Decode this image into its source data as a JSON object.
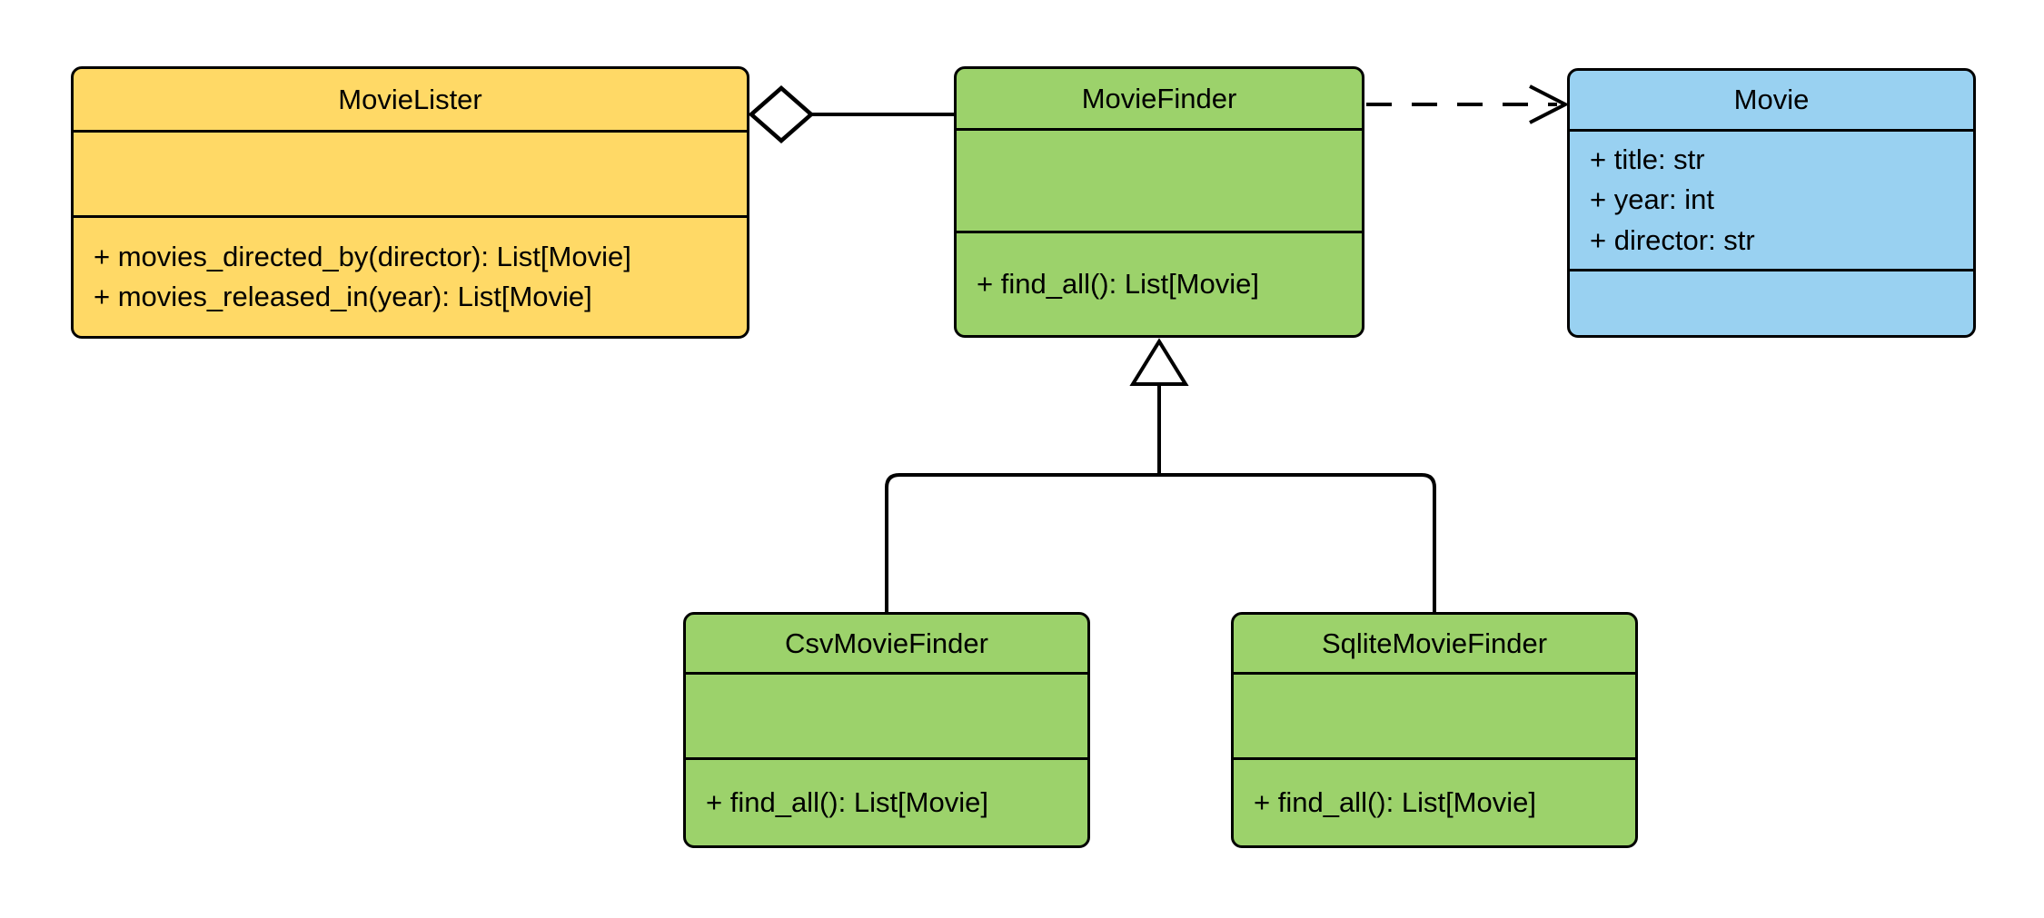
{
  "diagram": {
    "kind": "uml-class-diagram",
    "background": "#FFFFFF",
    "classes": [
      {
        "name": "MovieLister",
        "fill": "#FFD966",
        "attributes": [],
        "methods": [
          "+ movies_directed_by(director): List[Movie]",
          "+ movies_released_in(year): List[Movie]"
        ]
      },
      {
        "name": "MovieFinder",
        "fill": "#9CD26B",
        "attributes": [],
        "methods": [
          "+ find_all(): List[Movie]"
        ]
      },
      {
        "name": "Movie",
        "fill": "#99D1F1",
        "attributes": [
          "+ title: str",
          "+ year: int",
          "+ director: str"
        ],
        "methods": []
      },
      {
        "name": "CsvMovieFinder",
        "fill": "#9CD26B",
        "attributes": [],
        "methods": [
          "+ find_all(): List[Movie]"
        ]
      },
      {
        "name": "SqliteMovieFinder",
        "fill": "#9CD26B",
        "attributes": [],
        "methods": [
          "+ find_all(): List[Movie]"
        ]
      }
    ],
    "relationships": [
      {
        "type": "aggregation",
        "from": "MovieLister",
        "to": "MovieFinder",
        "marker": "hollow-diamond-at-source",
        "line": "solid"
      },
      {
        "type": "dependency",
        "from": "MovieFinder",
        "to": "Movie",
        "marker": "open-arrow-at-target",
        "line": "dashed"
      },
      {
        "type": "generalization",
        "from": "CsvMovieFinder",
        "to": "MovieFinder",
        "marker": "hollow-triangle-at-target",
        "line": "solid"
      },
      {
        "type": "generalization",
        "from": "SqliteMovieFinder",
        "to": "MovieFinder",
        "marker": "hollow-triangle-at-target",
        "line": "solid"
      }
    ],
    "colors": {
      "yellow": "#FFD966",
      "green": "#9CD26B",
      "blue": "#99D1F1",
      "stroke": "#000000",
      "background": "#FFFFFF"
    }
  }
}
